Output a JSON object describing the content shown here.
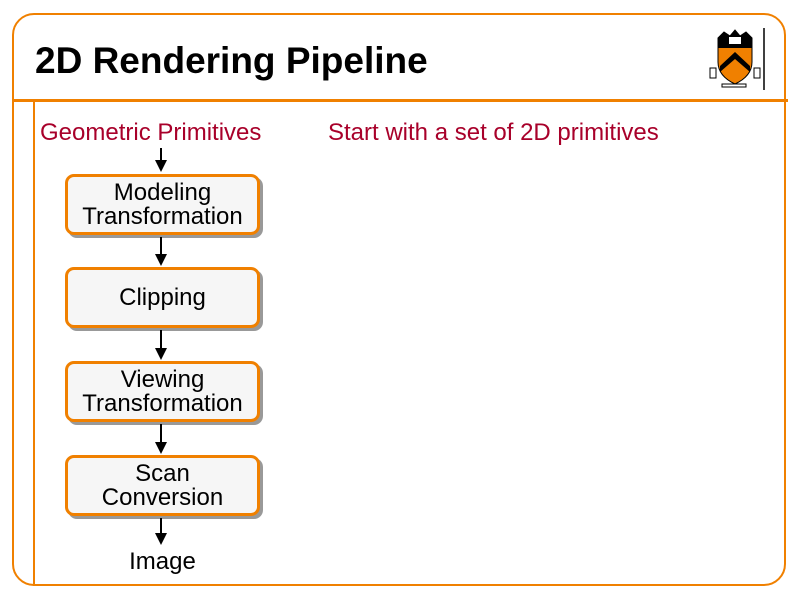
{
  "slide": {
    "title": "2D Rendering Pipeline",
    "logo": "princeton-shield-logo",
    "input_label": "Geometric Primitives",
    "description": "Start with a set of 2D primitives",
    "stages": [
      {
        "line1": "Modeling",
        "line2": "Transformation"
      },
      {
        "line1": "Clipping",
        "line2": ""
      },
      {
        "line1": "Viewing",
        "line2": "Transformation"
      },
      {
        "line1": "Scan",
        "line2": "Conversion"
      }
    ],
    "output_label": "Image"
  },
  "colors": {
    "accent": "#f08000",
    "highlight_text": "#a8002a",
    "box_fill": "#f6f6f6"
  }
}
